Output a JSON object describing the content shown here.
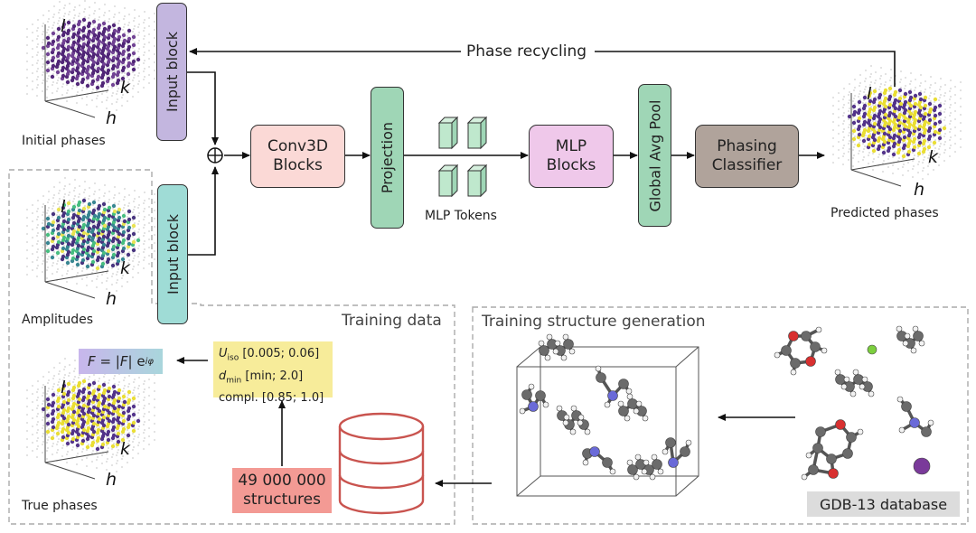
{
  "colors": {
    "input_block": "#c3b6df",
    "input_block2": "#9fdcd6",
    "conv3d": "#fbd9d6",
    "projection": "#9fd6b6",
    "mlp_blocks": "#efc8ea",
    "global_pool": "#9fd6b6",
    "classifier": "#b0a39b",
    "formula_bg": "#bcbbf0",
    "params_bg": "#f7ec9a",
    "structures_bg": "#f39a94",
    "database_stroke": "#c9544f",
    "gdb_bg": "#dcdcdc",
    "dashed": "#aaaaaa"
  },
  "nodes": {
    "input_block_top": "Input block",
    "input_block_bottom": "Input block",
    "conv3d": "Conv3D\nBlocks",
    "projection": "Projection",
    "mlp_tokens": "MLP Tokens",
    "mlp_blocks": "MLP\nBlocks",
    "global_avg_pool": "Global Avg Pool",
    "phasing_classifier": "Phasing\nClassifier",
    "combine_symbol": "⊕"
  },
  "labels": {
    "initial_phases": "Initial phases",
    "amplitudes": "Amplitudes",
    "true_phases": "True phases",
    "predicted_phases": "Predicted phases",
    "phase_recycling": "Phase recycling"
  },
  "axes": {
    "l": "l",
    "k": "k",
    "h": "h"
  },
  "sections": {
    "training_data": "Training data",
    "training_structure_generation": "Training structure generation"
  },
  "formula": {
    "lhs": "F",
    "eq": " = |",
    "mid": "F",
    "rhs": "| e",
    "sup": "iφ"
  },
  "params": {
    "u_sym": "U",
    "u_sub": "iso",
    "u_range": " [0.005; 0.06]",
    "d_sym": "d",
    "d_sub": "min",
    "d_range": " [min; 2.0]",
    "compl": "compl. [0.85; 1.0]"
  },
  "structures": {
    "count": "49 000 000",
    "unit": "structures"
  },
  "database": "GDB-13 database"
}
